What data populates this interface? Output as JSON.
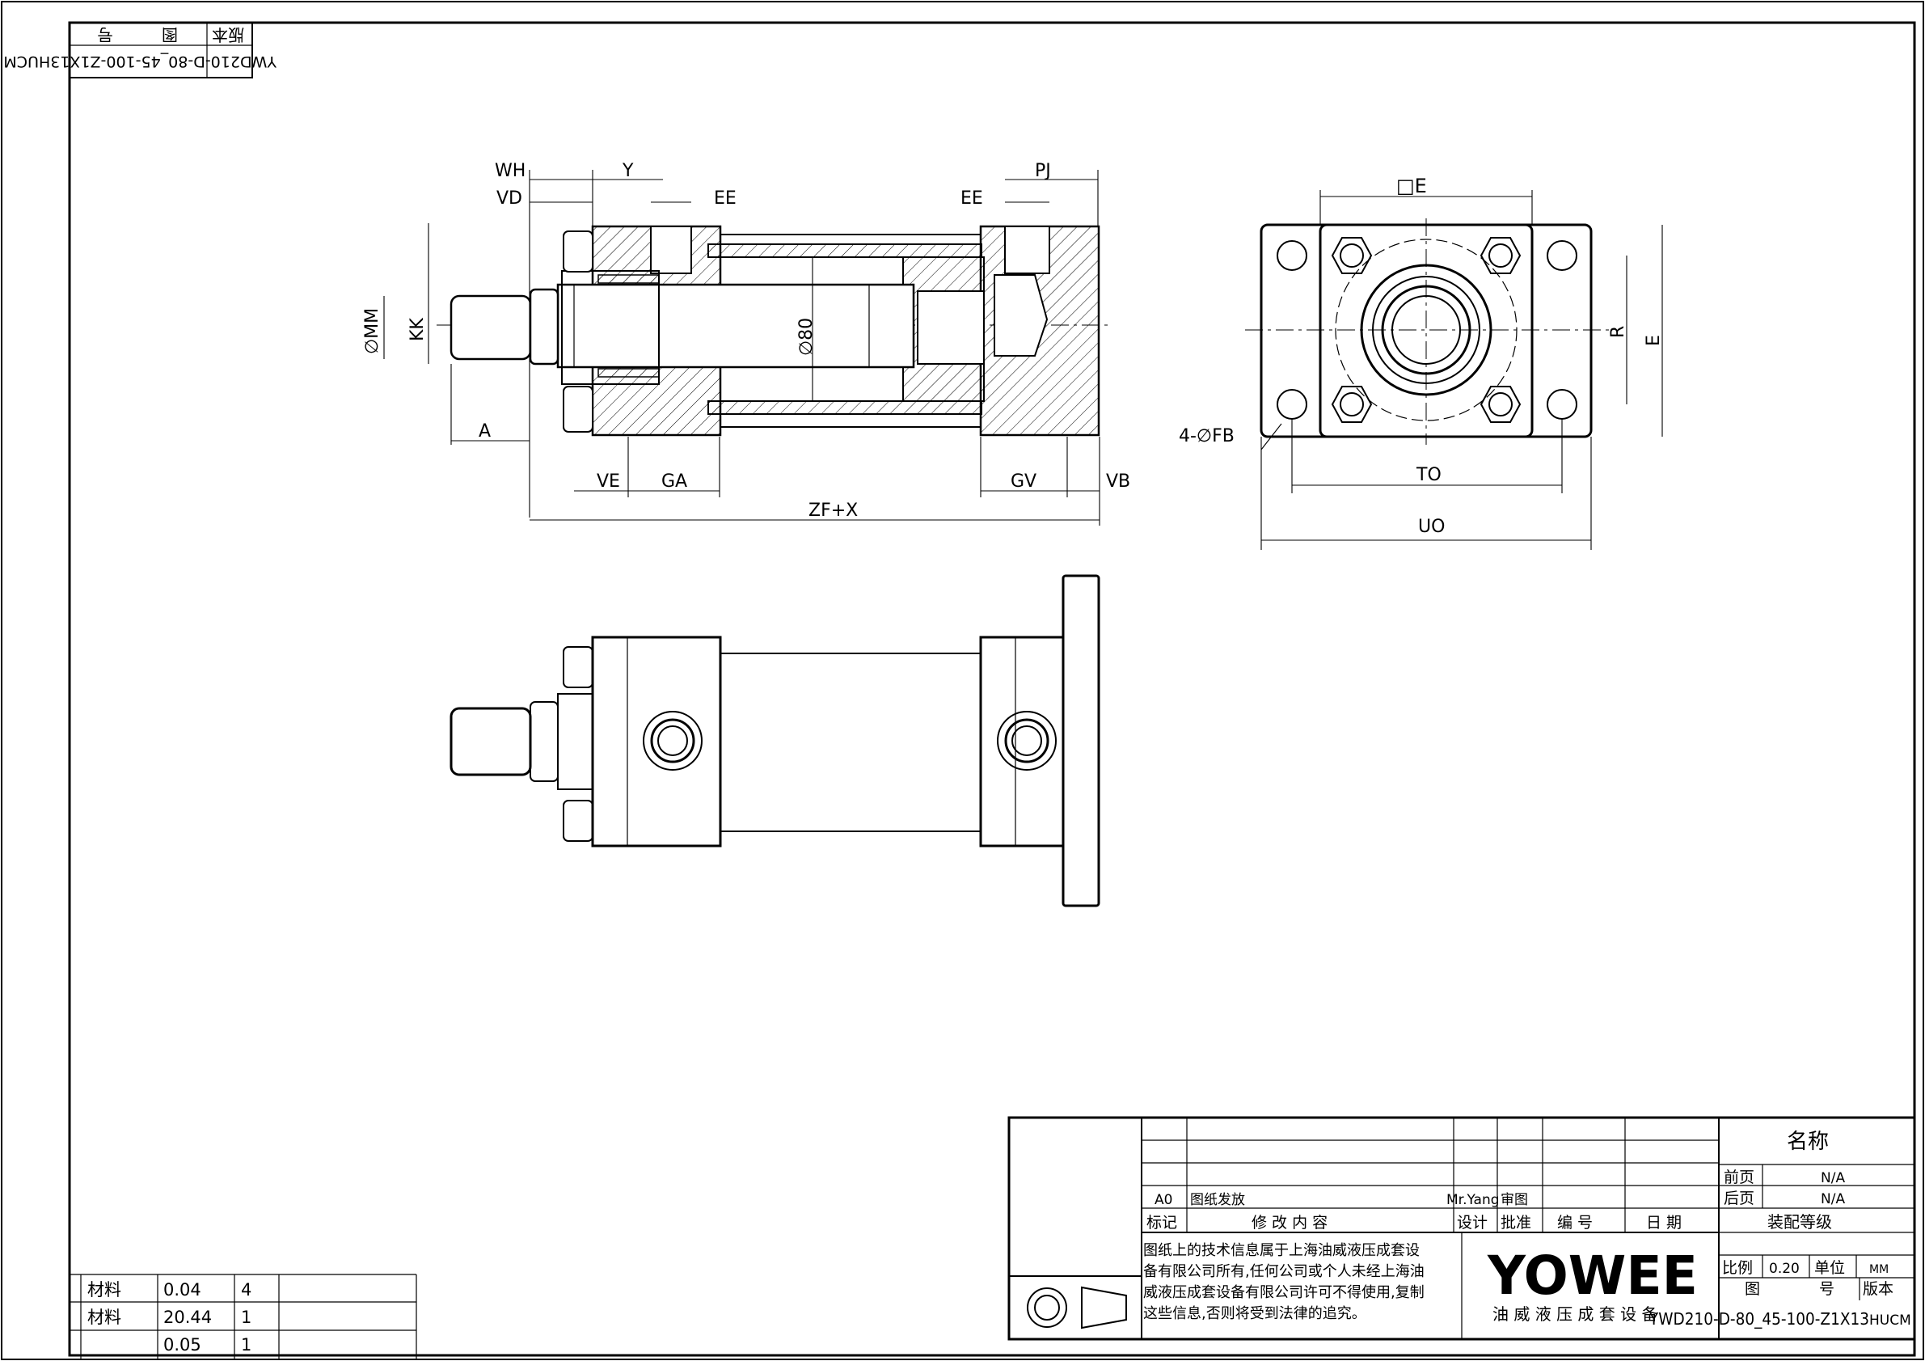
{
  "stamp": {
    "header_left": "号",
    "header_mid": "图",
    "header_right": "版本",
    "value": "YWD210-D-80_45-100-Z1X13HUCM"
  },
  "dimensions": {
    "wh": "WH",
    "y": "Y",
    "vd": "VD",
    "ee_left": "EE",
    "ee_right": "EE",
    "pj": "PJ",
    "mm": "∅MM",
    "kk": "KK",
    "bore": "∅80",
    "a": "A",
    "ve": "VE",
    "ga": "GA",
    "gv": "GV",
    "vb": "VB",
    "zfx": "ZF+X",
    "e_top": "□E",
    "r": "R",
    "e_side": "E",
    "fb": "4-∅FB",
    "to": "TO",
    "uo": "UO"
  },
  "parts_table": [
    {
      "name": "材料",
      "value": "0.04",
      "qty": "4"
    },
    {
      "name": "材料",
      "value": "20.44",
      "qty": "1"
    },
    {
      "name": "",
      "value": "0.05",
      "qty": "1"
    }
  ],
  "title_block": {
    "name_label": "名称",
    "prev_page_label": "前页",
    "prev_page_value": "N/A",
    "next_page_label": "后页",
    "next_page_value": "N/A",
    "assembly_level": "装配等级",
    "revision_code": "A0",
    "revision_text": "图纸发放",
    "designer": "Mr.Yang",
    "review": "审图",
    "col_mark": "标记",
    "col_content": "修 改 内 容",
    "col_design": "设计",
    "col_approve": "批准",
    "col_number": "编 号",
    "col_date": "日 期",
    "notice_lines": [
      "图纸上的技术信息属于上海油威液压成套设",
      "备有限公司所有,任何公司或个人未经上海油",
      "威液压成套设备有限公司许可不得使用,复制",
      "这些信息,否则将受到法律的追究。"
    ],
    "logo": "YOWEE",
    "company": "油 威 液 压 成 套 设 备",
    "scale_label": "比例",
    "scale_value": "0.20",
    "unit_label": "单位",
    "unit_value": "MM",
    "drawing_label": "图",
    "number_label": "号",
    "version_label": "版本",
    "drawing_number": "YWD210-D-80_45-100-Z1X13",
    "version_value": "HUCM"
  }
}
